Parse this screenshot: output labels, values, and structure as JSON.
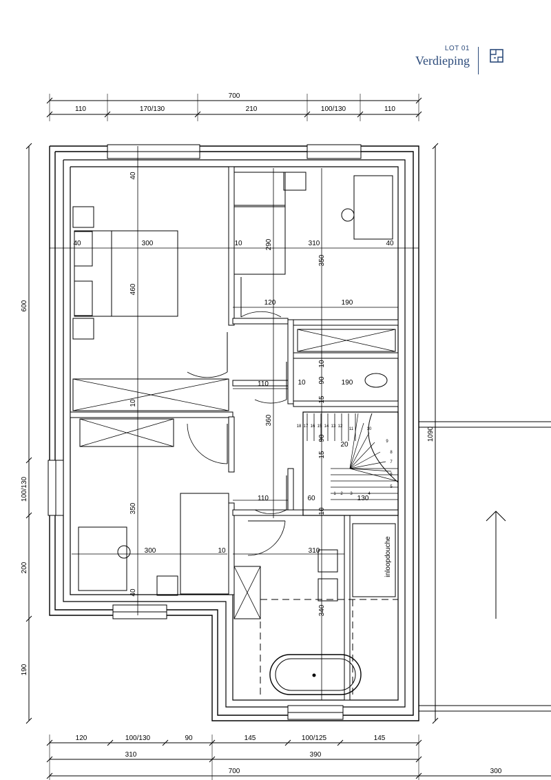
{
  "header": {
    "lot": "LOT 01",
    "level": "Verdieping",
    "plan_icon": "floorplan-icon",
    "accent_color": "#2b4a7a"
  },
  "dimensions": {
    "top_total": "700",
    "top_segments": [
      "110",
      "170/130",
      "210",
      "100/130",
      "110"
    ],
    "bottom_segments": [
      "120",
      "100/130",
      "90",
      "145",
      "100/125",
      "145"
    ],
    "bottom_sub": [
      "310",
      "390"
    ],
    "bottom_total": "700",
    "bottom_extra": "300",
    "left_segments": [
      "600",
      "100/130",
      "200",
      "190"
    ],
    "right_total": "1090"
  },
  "room_labels": {
    "bedroom1": [
      "40",
      "300",
      "10",
      "460",
      "10",
      "40"
    ],
    "bedroom2": [
      "10",
      "290",
      "310",
      "40",
      "350",
      "120",
      "190"
    ],
    "wc": [
      "10",
      "110",
      "10",
      "90",
      "190",
      "15",
      "360"
    ],
    "stairs_area": [
      "15",
      "20",
      "10",
      "60",
      "110",
      "10",
      "130",
      "90"
    ],
    "bedroom3": [
      "350",
      "300",
      "10",
      "40"
    ],
    "bathroom": [
      "310",
      "340"
    ],
    "stair_numbers": [
      "18",
      "17",
      "16",
      "15",
      "14",
      "13",
      "12",
      "11",
      "10",
      "9",
      "8",
      "7",
      "6",
      "5",
      "4",
      "3",
      "2",
      "1"
    ],
    "shower_text": "inloopdouche"
  }
}
